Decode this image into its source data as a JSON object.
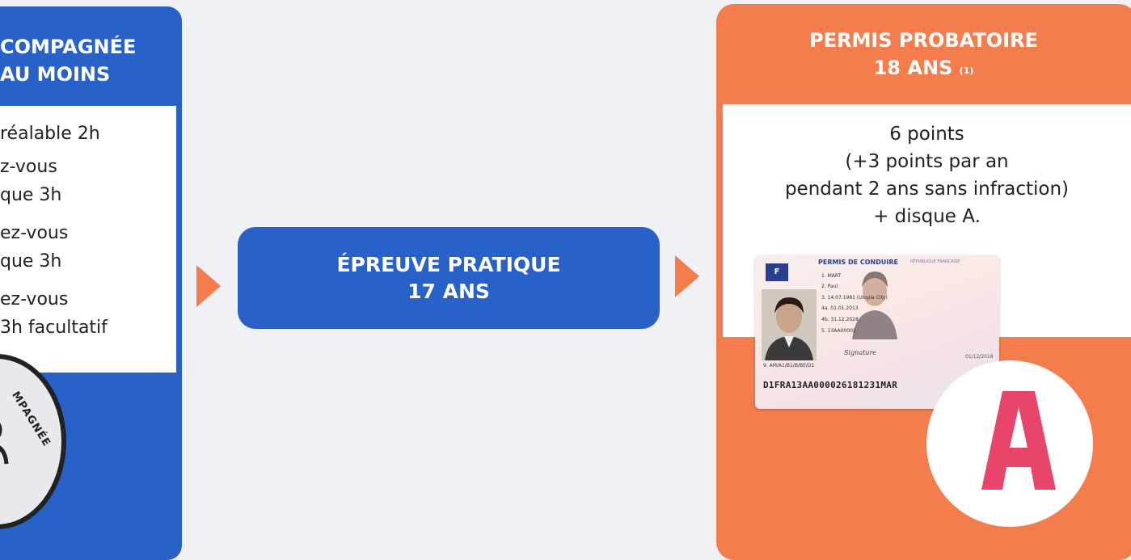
{
  "left_panel": {
    "header_line1": "COMPAGNÉE",
    "header_line2": "AU MOINS",
    "lines": [
      "réalable 2h",
      "z-vous",
      "que 3h",
      "ez-vous",
      "que 3h",
      "ez-vous",
      "3h facultatif"
    ],
    "badge_text": "MPAGNÉE",
    "color": "#2861c8"
  },
  "middle_step": {
    "line1": "ÉPREUVE PRATIQUE",
    "line2": "17 ANS"
  },
  "right_panel": {
    "header_line1": "PERMIS PROBATOIRE",
    "header_line2": "18 ANS",
    "header_note": "(1)",
    "body_lines": [
      "6 points",
      "(+3 points par an",
      "pendant 2 ans sans infraction)",
      "+ disque A."
    ],
    "color": "#f47d4e"
  },
  "license_card": {
    "flag": "F",
    "title": "PERMIS DE CONDUIRE",
    "republic": "RÉPUBLIQUE FRANÇAISE",
    "fields": [
      "1. MART",
      "2. Paul",
      "3. 14.07.1981 (Utopia City)",
      "4a. 01.01.2013",
      "4b. 31.12.2028",
      "5. 13AA00002"
    ],
    "signature": "Signature",
    "code": "9. AM/A1/B1/B/BE/D1",
    "date": "01/12/2018",
    "mrz": "D1FRA13AA000026181231MAR"
  },
  "disque": {
    "letter": "A",
    "letter_color": "#e8456a"
  },
  "arrow_color": "#f47d4e"
}
